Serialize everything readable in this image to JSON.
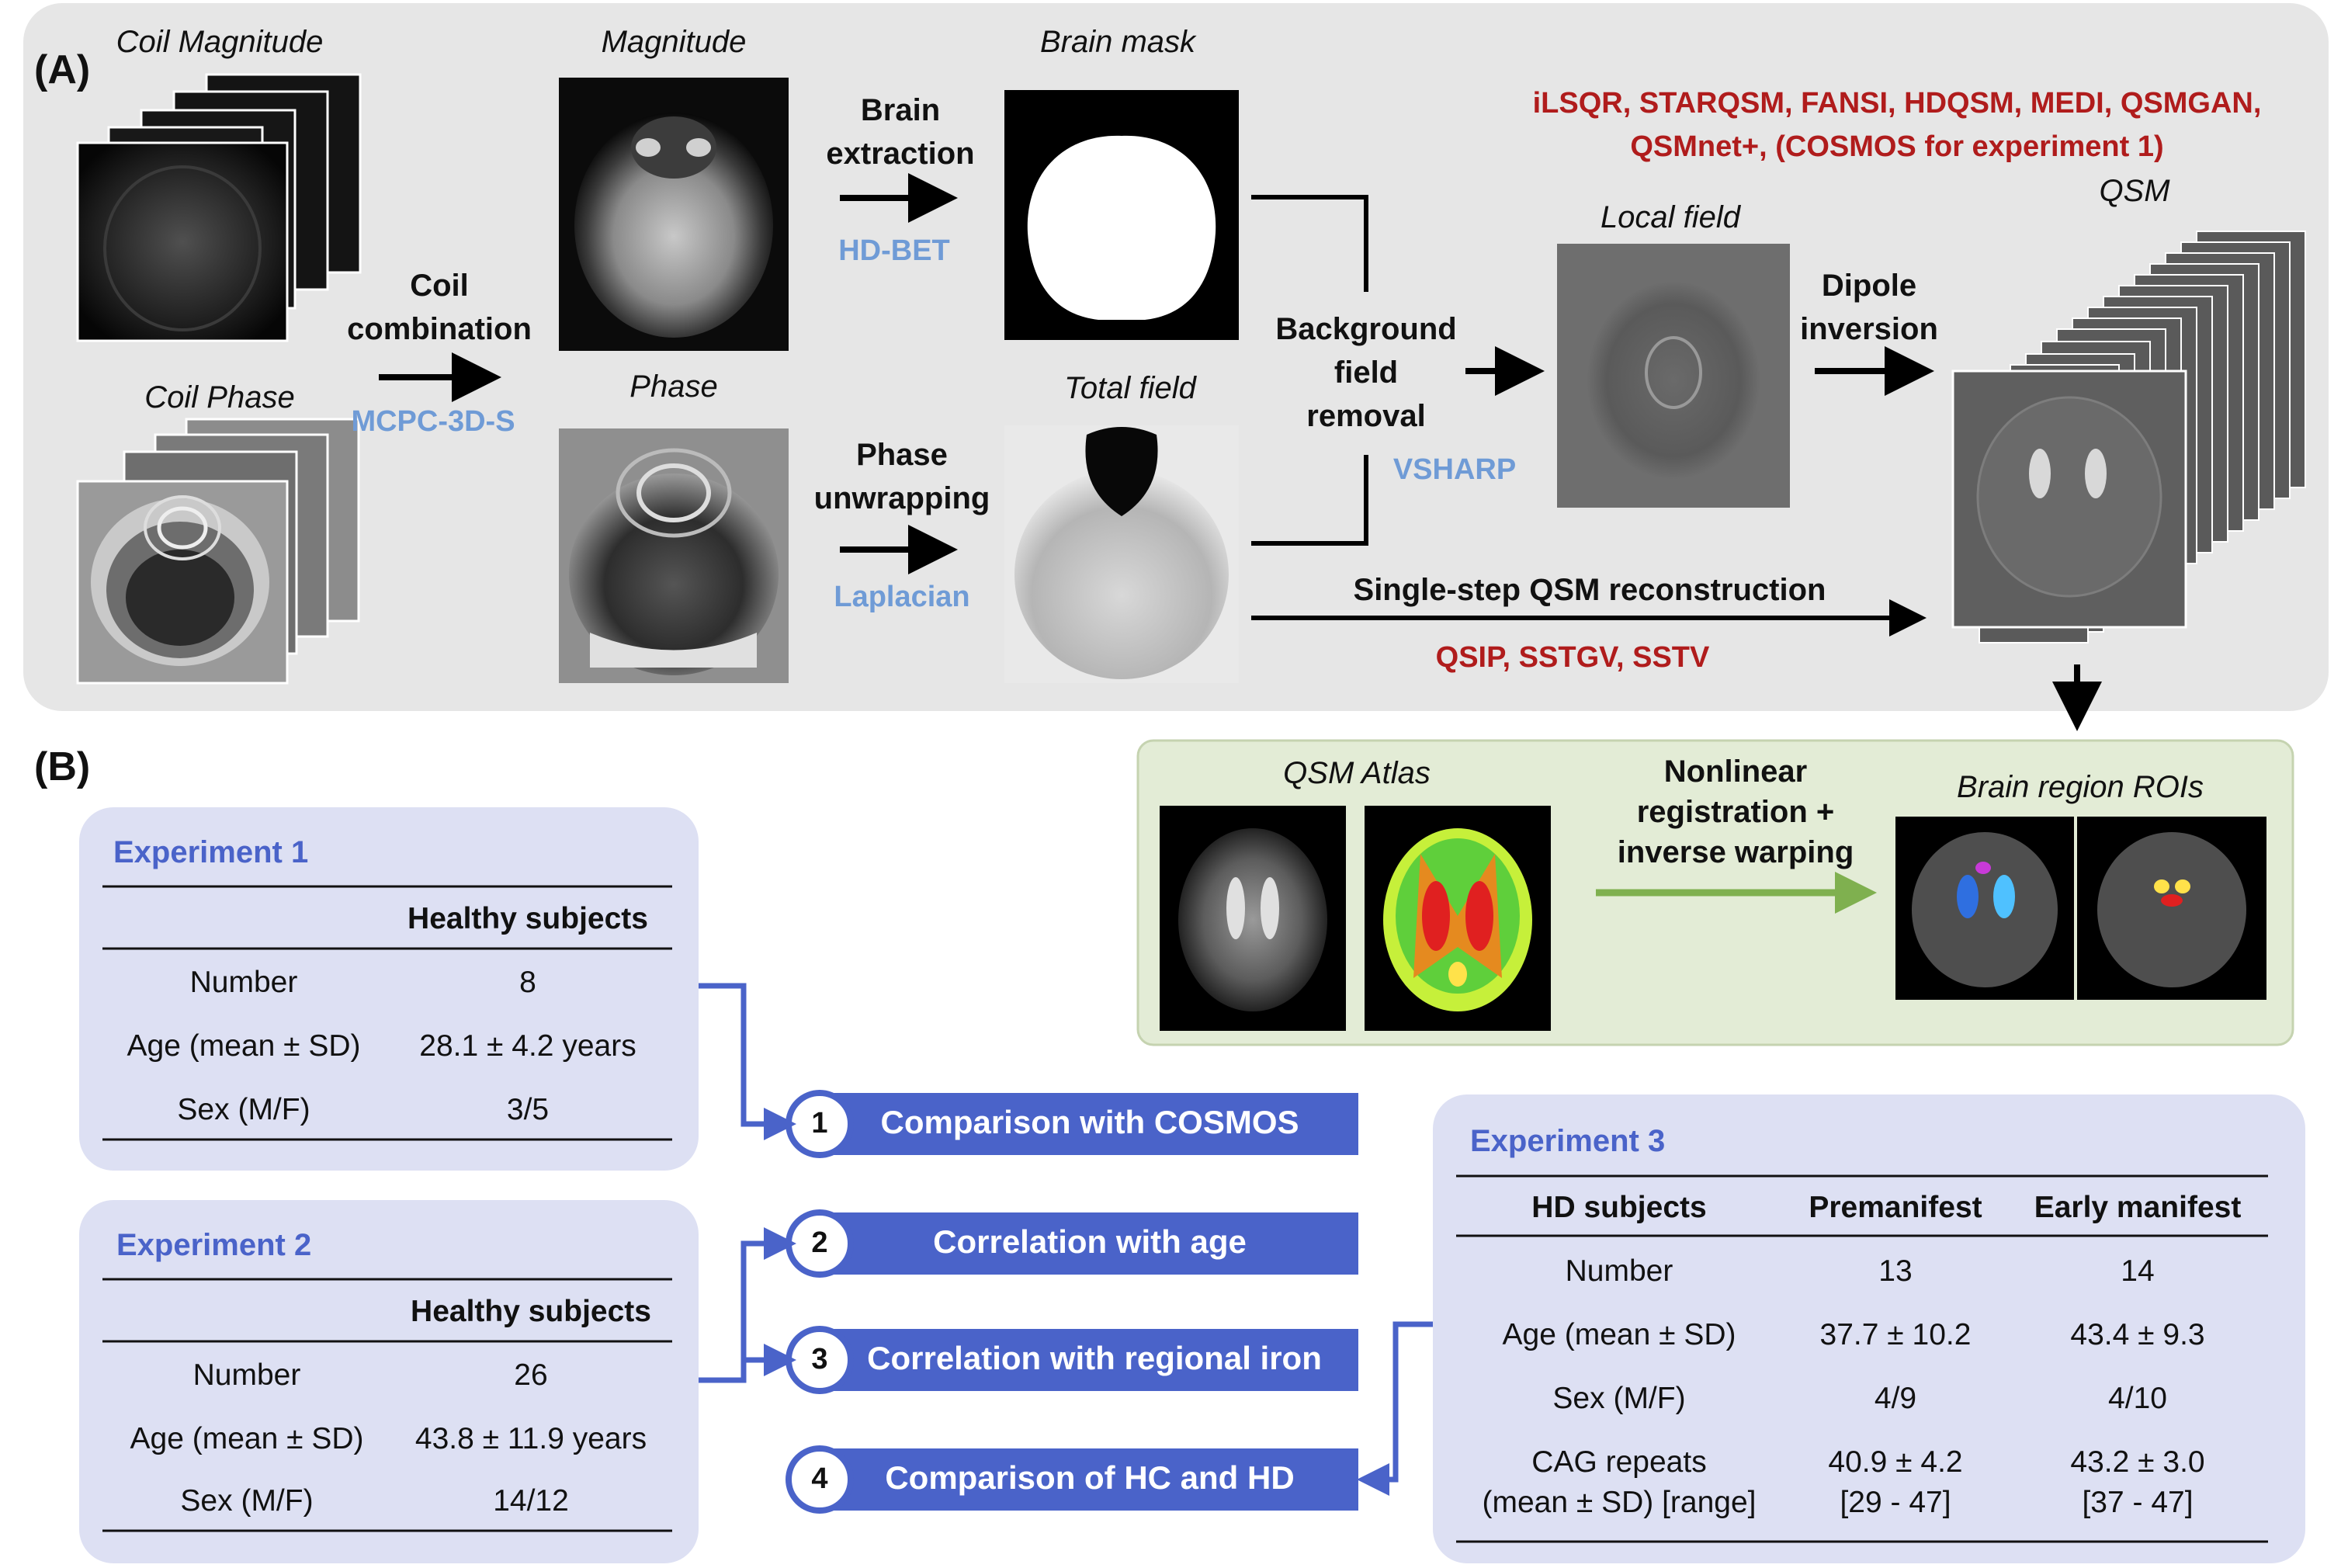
{
  "panelA": {
    "label": "(A)",
    "coil_magnitude": "Coil Magnitude",
    "coil_phase": "Coil Phase",
    "magnitude": "Magnitude",
    "phase": "Phase",
    "brain_mask": "Brain mask",
    "total_field": "Total field",
    "local_field": "Local field",
    "qsm": "QSM",
    "coil_combination": [
      "Coil",
      "combination"
    ],
    "mcpc": "MCPC-3D-S",
    "brain_extraction": [
      "Brain",
      "extraction"
    ],
    "hdbet": "HD-BET",
    "phase_unwrapping": [
      "Phase",
      "unwrapping"
    ],
    "laplacian": "Laplacian",
    "background_removal": [
      "Background",
      "field",
      "removal"
    ],
    "vsharp": "VSHARP",
    "dipole_inversion": [
      "Dipole",
      "inversion"
    ],
    "methods_line1": "iLSQR, STARQSM, FANSI, HDQSM, MEDI, QSMGAN,",
    "methods_line2": "QSMnet+, (COSMOS for experiment 1)",
    "single_step": "Single-step QSM reconstruction",
    "single_step_methods": "QSIP, SSTGV, SSTV"
  },
  "panelB": {
    "label": "(B)",
    "atlas": "QSM Atlas",
    "registration": [
      "Nonlinear",
      "registration +",
      "inverse warping"
    ],
    "rois": "Brain region ROIs"
  },
  "experiment1": {
    "title": "Experiment 1",
    "header": "Healthy subjects",
    "rows": [
      {
        "label": "Number",
        "value": "8"
      },
      {
        "label": "Age (mean ± SD)",
        "value": "28.1 ± 4.2 years"
      },
      {
        "label": "Sex (M/F)",
        "value": "3/5"
      }
    ]
  },
  "experiment2": {
    "title": "Experiment 2",
    "header": "Healthy subjects",
    "rows": [
      {
        "label": "Number",
        "value": "26"
      },
      {
        "label": "Age (mean ± SD)",
        "value": "43.8 ± 11.9 years"
      },
      {
        "label": "Sex (M/F)",
        "value": "14/12"
      }
    ]
  },
  "experiment3": {
    "title": "Experiment 3",
    "headers": [
      "HD subjects",
      "Premanifest",
      "Early manifest"
    ],
    "rows": [
      {
        "label": "Number",
        "pre": "13",
        "early": "14"
      },
      {
        "label": "Age (mean ± SD)",
        "pre": "37.7 ± 10.2",
        "early": "43.4 ± 9.3"
      },
      {
        "label": "Sex (M/F)",
        "pre": "4/9",
        "early": "4/10"
      }
    ],
    "cag_label": [
      "CAG repeats",
      "(mean ± SD) [range]"
    ],
    "cag_pre": [
      "40.9 ± 4.2",
      "[29 - 47]"
    ],
    "cag_early": [
      "43.2 ± 3.0",
      "[37 - 47]"
    ]
  },
  "analyses": [
    {
      "num": "1",
      "label": "Comparison with COSMOS"
    },
    {
      "num": "2",
      "label": "Correlation with age"
    },
    {
      "num": "3",
      "label": "Correlation with regional iron"
    },
    {
      "num": "4",
      "label": "Comparison of HC and HD"
    }
  ],
  "colors": {
    "panelA_bg": "#e6e6e6",
    "reg_bg": "#e3ecd6",
    "exp_bg": "#dde0f3",
    "accent_blue": "#4a63c9",
    "method_blue": "#6f9bd6",
    "method_red": "#b01c1c",
    "arrow_green": "#7fb04f"
  },
  "icons": [
    "brain-image",
    "arrow-right-icon",
    "arrow-down-icon",
    "connector-arrow-icon"
  ]
}
